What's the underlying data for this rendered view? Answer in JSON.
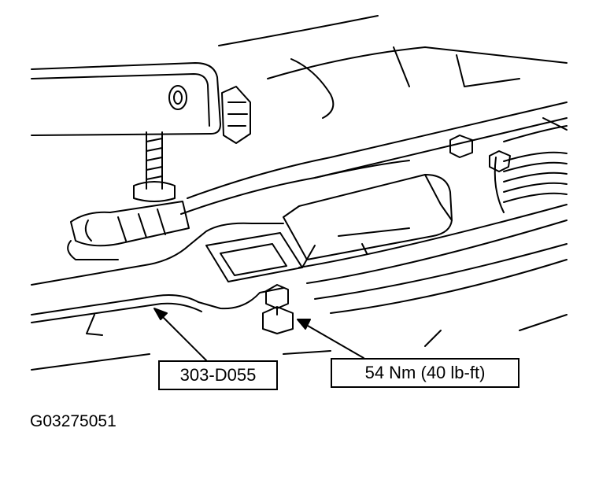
{
  "callouts": {
    "tool": "303-D055",
    "torque": "54 Nm (40 lb-ft)"
  },
  "figure_id": "G03275051",
  "colors": {
    "line": "#000000",
    "background": "#ffffff"
  }
}
